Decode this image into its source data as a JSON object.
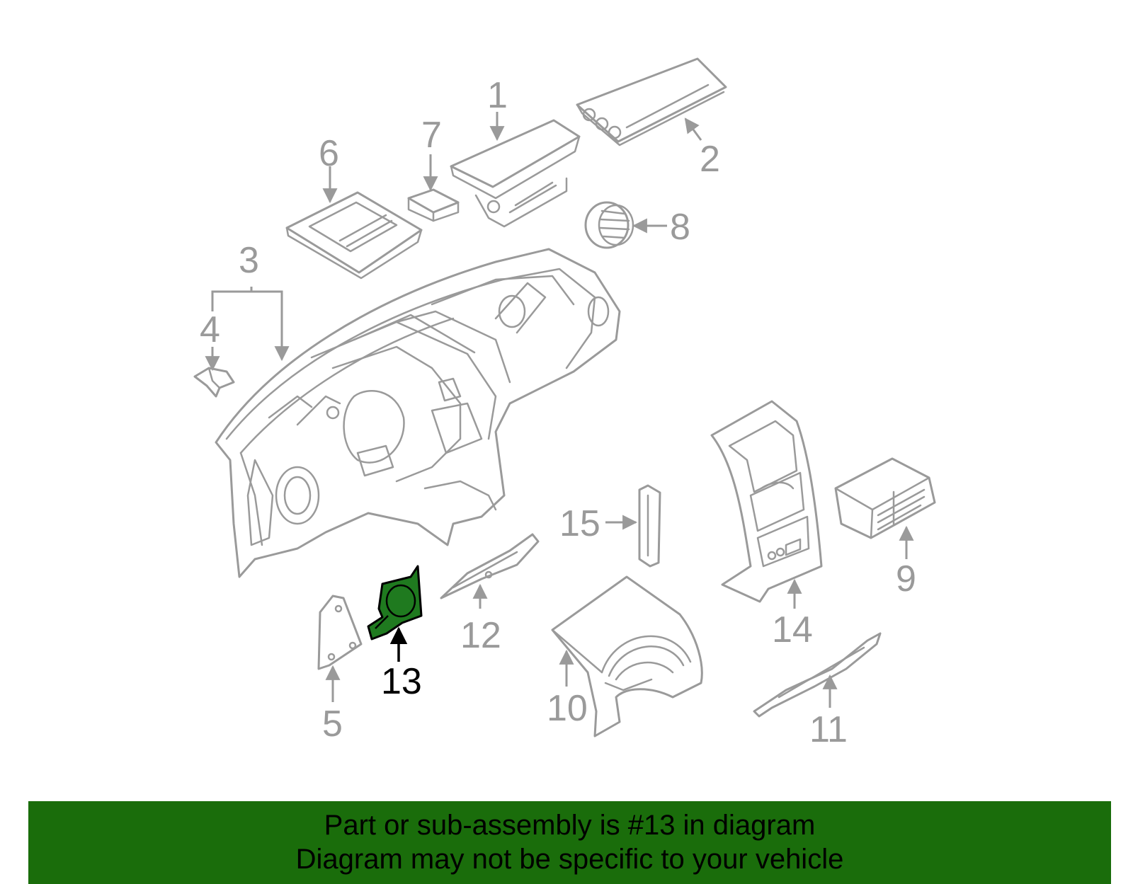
{
  "callouts": {
    "c1": "1",
    "c2": "2",
    "c3": "3",
    "c4": "4",
    "c5": "5",
    "c6": "6",
    "c7": "7",
    "c8": "8",
    "c9": "9",
    "c10": "10",
    "c11": "11",
    "c12": "12",
    "c13": "13",
    "c14": "14",
    "c15": "15"
  },
  "highlighted_part": "13",
  "colors": {
    "highlight_fill": "#1f7a1f",
    "banner_bg": "#1a6d0b",
    "line_gray": "#9a9a9a"
  },
  "banner": {
    "line1": "Part or sub-assembly is #13 in diagram",
    "line2": "Diagram may not be specific to your vehicle"
  }
}
